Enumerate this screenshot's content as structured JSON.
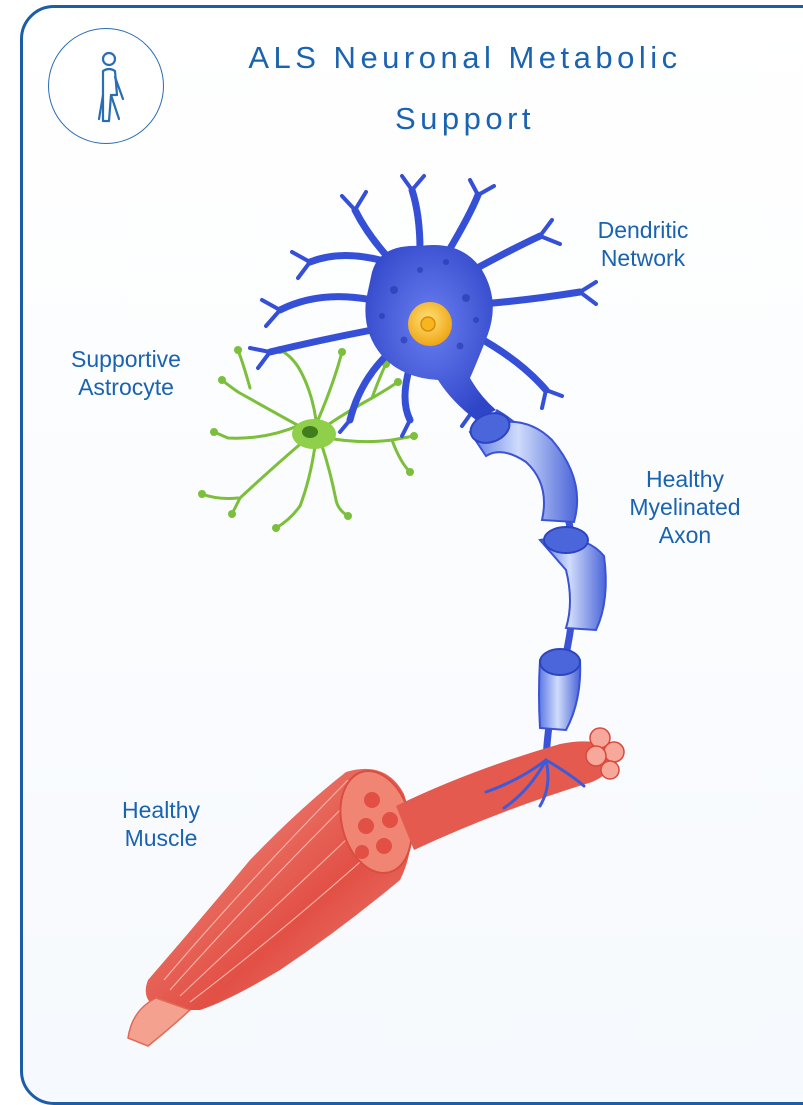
{
  "title": {
    "line1": "ALS Neuronal Metabolic",
    "line2": "Support"
  },
  "icon": "walking-person-icon",
  "labels": {
    "dendritic": "Dendritic\nNetwork",
    "astrocyte": "Supportive\nAstrocyte",
    "axon": "Healthy\nMyelinated\nAxon",
    "muscle": "Healthy\nMuscle"
  },
  "colors": {
    "border": "#1c5da8",
    "text": "#1a63b0",
    "neuron": "#3550d6",
    "nucleus": "#f5c21a",
    "astrocyte": "#7bbf3a",
    "myelin": "#8fa8ec",
    "muscle": "#e9655a"
  }
}
